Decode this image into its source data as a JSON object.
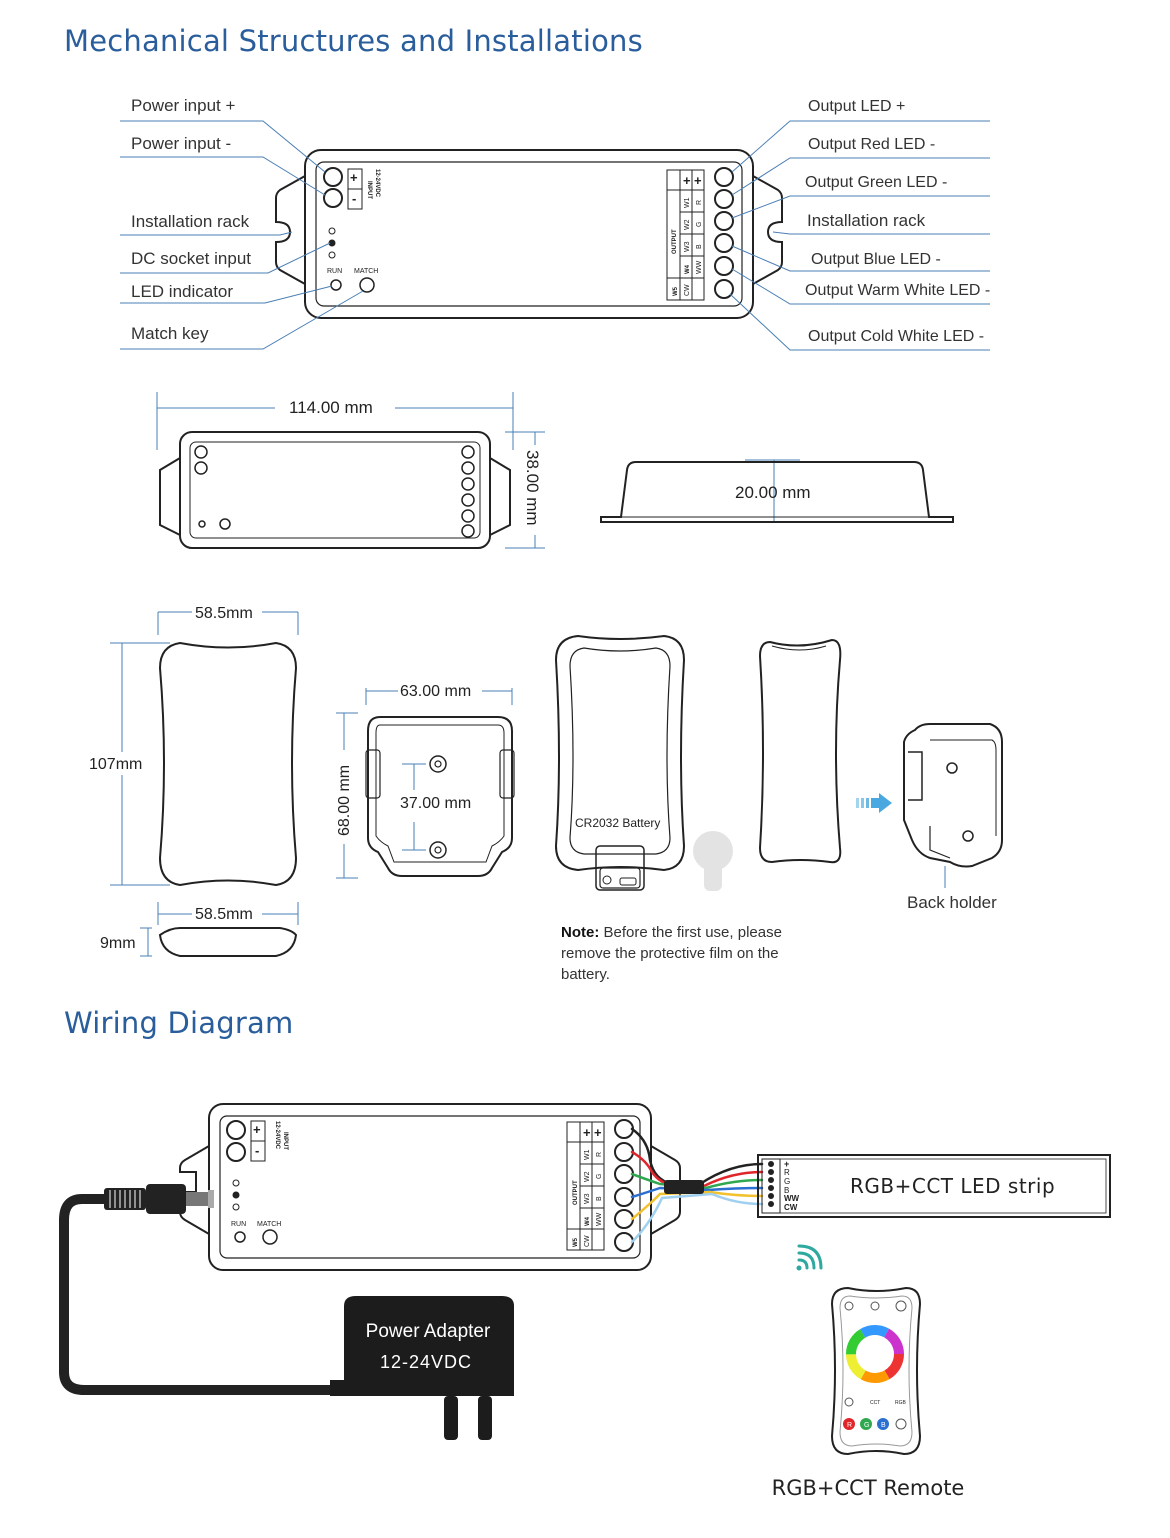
{
  "headings": {
    "mechanical": "Mechanical Structures and Installations",
    "wiring": "Wiring Diagram"
  },
  "callouts": {
    "left": [
      "Power input +",
      "Power input -",
      "Installation rack",
      "DC socket input",
      "LED indicator",
      "Match key"
    ],
    "right": [
      "Output LED +",
      "Output Red LED -",
      "Output Green LED -",
      "Installation rack",
      "Output Blue LED -",
      "Output Warm White LED -",
      "Output Cold White LED -"
    ]
  },
  "device": {
    "input_title": "INPUT",
    "input_voltage": "12-24VDC",
    "plus": "+",
    "minus": "-",
    "run": "RUN",
    "match": "MATCH",
    "output_title": "OUTPUT",
    "channels": [
      "W1",
      "W2",
      "W3",
      "W4",
      "W5"
    ],
    "colors": [
      "R",
      "G",
      "B",
      "WW",
      "CW"
    ]
  },
  "dimensions": {
    "length": "114.00 mm",
    "width": "38.00 mm",
    "height": "20.00 mm",
    "remote_width": "58.5mm",
    "remote_height": "107mm",
    "remote_thickness": "9mm",
    "remote_width_side": "58.5mm",
    "holder_width": "63.00 mm",
    "holder_height": "68.00 mm",
    "holder_hole_spacing": "37.00 mm"
  },
  "battery_label": "CR2032 Battery",
  "back_holder_label": "Back holder",
  "note": {
    "prefix": "Note:",
    "text": "Before the first use, please remove the protective film on the battery."
  },
  "wiring": {
    "strip_label": "RGB+CCT LED strip",
    "strip_pins": [
      "+",
      "R",
      "G",
      "B",
      "WW",
      "CW"
    ],
    "adapter_line1": "Power Adapter",
    "adapter_line2": "12-24VDC",
    "remote_label": "RGB+CCT Remote",
    "remote_buttons": [
      "CCT",
      "RGB"
    ],
    "remote_color_keys": [
      "R",
      "G",
      "B"
    ]
  },
  "colors": {
    "heading": "#2a5d9b",
    "callout_line": "#4a7fb5",
    "wire_red": "#e0262b",
    "wire_green": "#2fa84f",
    "wire_blue": "#2b6fd1",
    "wire_ww": "#f2c12e",
    "wire_cw": "#9fd0ef",
    "arrow": "#49a8e0"
  }
}
